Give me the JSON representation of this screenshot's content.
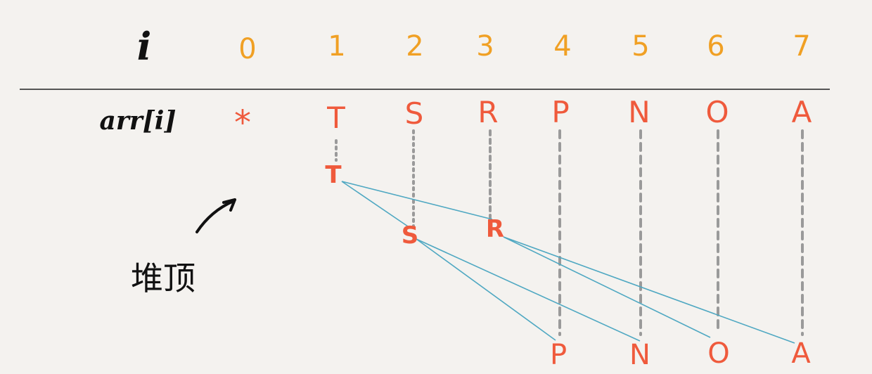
{
  "header": {
    "index_label": "i",
    "indices": [
      "0",
      "1",
      "2",
      "3",
      "4",
      "5",
      "6",
      "7"
    ]
  },
  "array_row": {
    "label": "arr[i]",
    "values": [
      "*",
      "T",
      "S",
      "R",
      "P",
      "N",
      "O",
      "A"
    ]
  },
  "heap": {
    "nodes": [
      "T",
      "S",
      "R",
      "P",
      "N",
      "O",
      "A"
    ],
    "edges": [
      [
        "T",
        "S"
      ],
      [
        "T",
        "R"
      ],
      [
        "S",
        "P"
      ],
      [
        "S",
        "N"
      ],
      [
        "R",
        "O"
      ],
      [
        "R",
        "A"
      ]
    ]
  },
  "annotation": {
    "text": "堆顶"
  },
  "colors": {
    "index": "#f0a024",
    "value": "#ef5a3c",
    "edge": "#4fa8c2",
    "guide": "#9a9a9a",
    "rule": "#555555",
    "text": "#111111"
  }
}
